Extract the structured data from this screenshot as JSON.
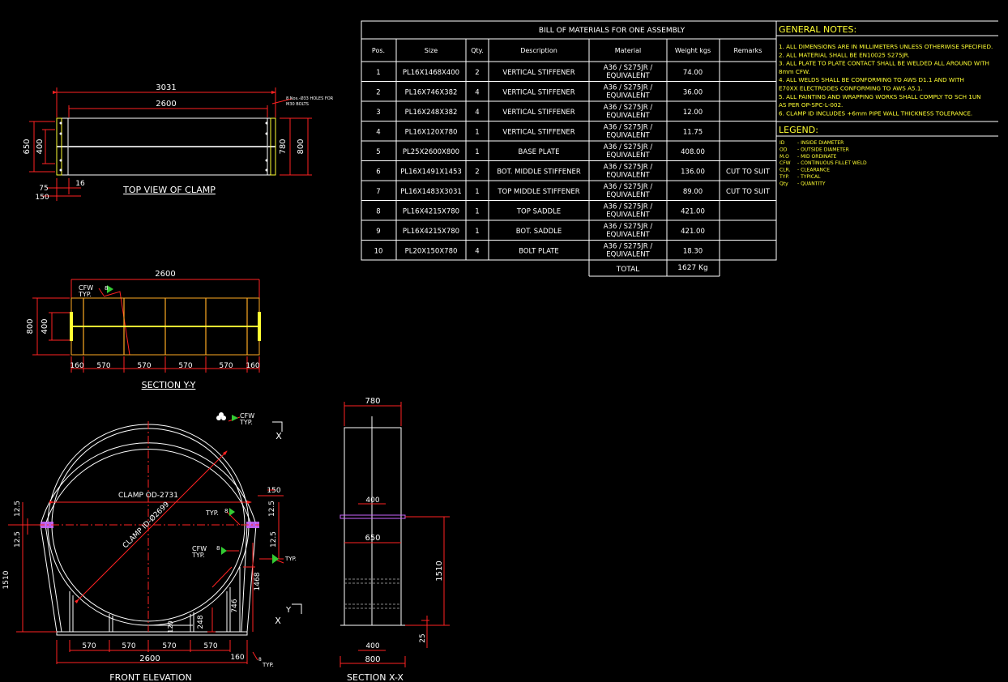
{
  "bom": {
    "title": "BILL OF MATERIALS FOR ONE ASSEMBLY",
    "headers": [
      "Pos.",
      "Size",
      "Qty.",
      "Description",
      "Material",
      "Weight kgs",
      "Remarks"
    ],
    "rows": [
      [
        "1",
        "PL16X1468X400",
        "2",
        "VERTICAL STIFFENER",
        "A36 / S275JR / EQUIVALENT",
        "74.00",
        ""
      ],
      [
        "2",
        "PL16X746X382",
        "4",
        "VERTICAL STIFFENER",
        "A36 / S275JR / EQUIVALENT",
        "36.00",
        ""
      ],
      [
        "3",
        "PL16X248X382",
        "4",
        "VERTICAL STIFFENER",
        "A36 / S275JR / EQUIVALENT",
        "12.00",
        ""
      ],
      [
        "4",
        "PL16X120X780",
        "1",
        "VERTICAL STIFFENER",
        "A36 / S275JR / EQUIVALENT",
        "11.75",
        ""
      ],
      [
        "5",
        "PL25X2600X800",
        "1",
        "BASE PLATE",
        "A36 / S275JR / EQUIVALENT",
        "408.00",
        ""
      ],
      [
        "6",
        "PL16X1491X1453",
        "2",
        "BOT. MIDDLE STIFFENER",
        "A36 / S275JR / EQUIVALENT",
        "136.00",
        "CUT TO SUIT"
      ],
      [
        "7",
        "PL16X1483X3031",
        "1",
        "TOP MIDDLE STIFFENER",
        "A36 / S275JR / EQUIVALENT",
        "89.00",
        "CUT TO SUIT"
      ],
      [
        "8",
        "PL16X4215X780",
        "1",
        "TOP SADDLE",
        "A36 / S275JR / EQUIVALENT",
        "421.00",
        ""
      ],
      [
        "9",
        "PL16X4215X780",
        "1",
        "BOT. SADDLE",
        "A36 / S275JR / EQUIVALENT",
        "421.00",
        ""
      ],
      [
        "10",
        "PL20X150X780",
        "4",
        "BOLT PLATE",
        "A36 / S275JR / EQUIVALENT",
        "18.30",
        ""
      ]
    ],
    "total_label": "TOTAL",
    "total_value": "1627 Kg"
  },
  "notes": {
    "title": "GENERAL NOTES:",
    "lines": [
      "1. ALL DIMENSIONS ARE IN MILLIMETERS UNLESS OTHERWISE SPECIFIED.",
      "2. ALL MATERIAL SHALL BE EN10025 S275JR.",
      "3. ALL PLATE TO PLATE CONTACT SHALL BE WELDED ALL AROUND WITH",
      "   8mm CFW.",
      "4. ALL WELDS SHALL BE CONFORMING TO AWS D1.1 AND WITH",
      "   E70XX ELECTRODES CONFORMING TO AWS A5.1.",
      "5. ALL PAINTING AND WRAPPING WORKS SHALL COMPLY TO SCH 1UN",
      "   AS PER OP-SPC-L-002.",
      "6. CLAMP ID INCLUDES +6mm PIPE WALL THICKNESS TOLERANCE."
    ]
  },
  "legend": {
    "title": "LEGEND:",
    "items": [
      {
        "abbr": "ID",
        "meaning": "- INSIDE DIAMETER"
      },
      {
        "abbr": "OD",
        "meaning": "- OUTSIDE DIAMETER"
      },
      {
        "abbr": "M.O",
        "meaning": "- MID ORDINATE"
      },
      {
        "abbr": "CFW",
        "meaning": "- CONTINUOUS FILLET WELD"
      },
      {
        "abbr": "CLR.",
        "meaning": "- CLEARANCE"
      },
      {
        "abbr": "TYP.",
        "meaning": "- TYPICAL"
      },
      {
        "abbr": "Qty",
        "meaning": "- QUANTITY"
      }
    ]
  },
  "top_view": {
    "title": "TOP VIEW OF CLAMP",
    "dim_overall": "3031",
    "dim_length": "2600",
    "dim_650": "650",
    "dim_400": "400",
    "dim_780": "780",
    "dim_800": "800",
    "dim_75": "75",
    "dim_150": "150",
    "dim_16": "16",
    "bolt_note_1": "8 Nos.-Ø33 HOLES FOR",
    "bolt_note_2": "M30 BOLTS"
  },
  "section_yy": {
    "title": "SECTION Y-Y",
    "dim_length": "2600",
    "dim_800": "800",
    "dim_400": "400",
    "bottom_dims": [
      "160",
      "570",
      "570",
      "570",
      "570",
      "160"
    ],
    "cfw": "CFW",
    "typ": "TYP.",
    "weld_size": "8"
  },
  "front_elevation": {
    "title": "FRONT ELEVATION",
    "clamp_od": "CLAMP OD-2731",
    "clamp_id": "CLAMP ID-Ø2699",
    "dim_150": "150",
    "dim_125_a": "12.5",
    "dim_125_b": "12.5",
    "dim_125_c": "12.5",
    "dim_125_d": "12.5",
    "dim_1510": "1510",
    "dim_1468": "1468",
    "dim_746": "746",
    "dim_248": "248",
    "dim_120": "120",
    "dim_2600": "2600",
    "dim_160": "160",
    "bottom_dims": [
      "570",
      "570",
      "570",
      "570"
    ],
    "cfw": "CFW",
    "typ": "TYP.",
    "weld_size": "8",
    "mark_x": "X",
    "mark_y": "Y"
  },
  "section_xx": {
    "title": "SECTION X-X",
    "dim_780": "780",
    "dim_400_top": "400",
    "dim_650": "650",
    "dim_1510": "1510",
    "dim_400_bot": "400",
    "dim_800": "800",
    "dim_25": "25"
  }
}
